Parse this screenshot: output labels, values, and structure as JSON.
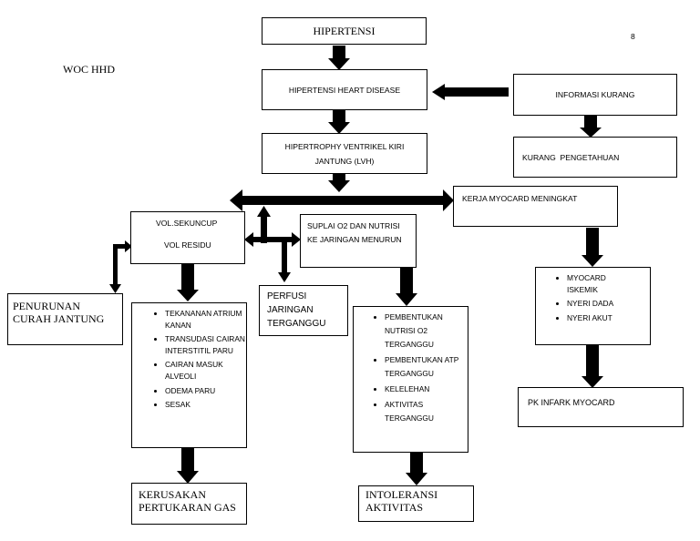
{
  "page": {
    "number": "8",
    "title": "WOC HHD"
  },
  "nodes": {
    "hipertensi": "HIPERTENSI",
    "hhd": "HIPERTENSI HEART DISEASE",
    "informasi": "INFORMASI KURANG",
    "pengetahuan": "KURANG  PENGETAHUAN",
    "lvh_line1": "HIPERTROPHY VENTRIKEL KIRI",
    "lvh_line2": "JANTUNG (LVH)",
    "kerja": "KERJA MYOCARD MENINGKAT",
    "vol_line1": "VOL.SEKUNCUP",
    "vol_line2": "VOL RESIDU",
    "suplai_line1": "SUPLAI O2 DAN NUTRISI",
    "suplai_line2": "KE JARINGAN MENURUN",
    "penurunan_line1": "PENURUNAN",
    "penurunan_line2": "CURAH JANTUNG",
    "perfusi_line1": "PERFUSI",
    "perfusi_line2": "JARINGAN",
    "perfusi_line3": "TERGANGGU",
    "tekanan_items": [
      "TEKANANAN ATRIUM KANAN",
      "TRANSUDASI CAIRAN INTERSTITIL PARU",
      "CAIRAN MASUK ALVEOLI",
      "ODEMA PARU",
      "SESAK"
    ],
    "nutrisi_items": [
      "PEMBENTUKAN NUTRISI O2 TERGANGGU",
      "PEMBENTUKAN ATP TERGANGGU",
      "KELELEHAN",
      "AKTIVITAS TERGANGGU"
    ],
    "myocard_items": [
      "MYOCARD ISKEMIK",
      "NYERI DADA",
      "NYERI AKUT"
    ],
    "pk_infark": "PK INFARK MYOCARD",
    "kerusakan_line1": "KERUSAKAN",
    "kerusakan_line2": "PERTUKARAN GAS",
    "intoleransi_line1": "INTOLERANSI",
    "intoleransi_line2": "AKTIVITAS"
  }
}
